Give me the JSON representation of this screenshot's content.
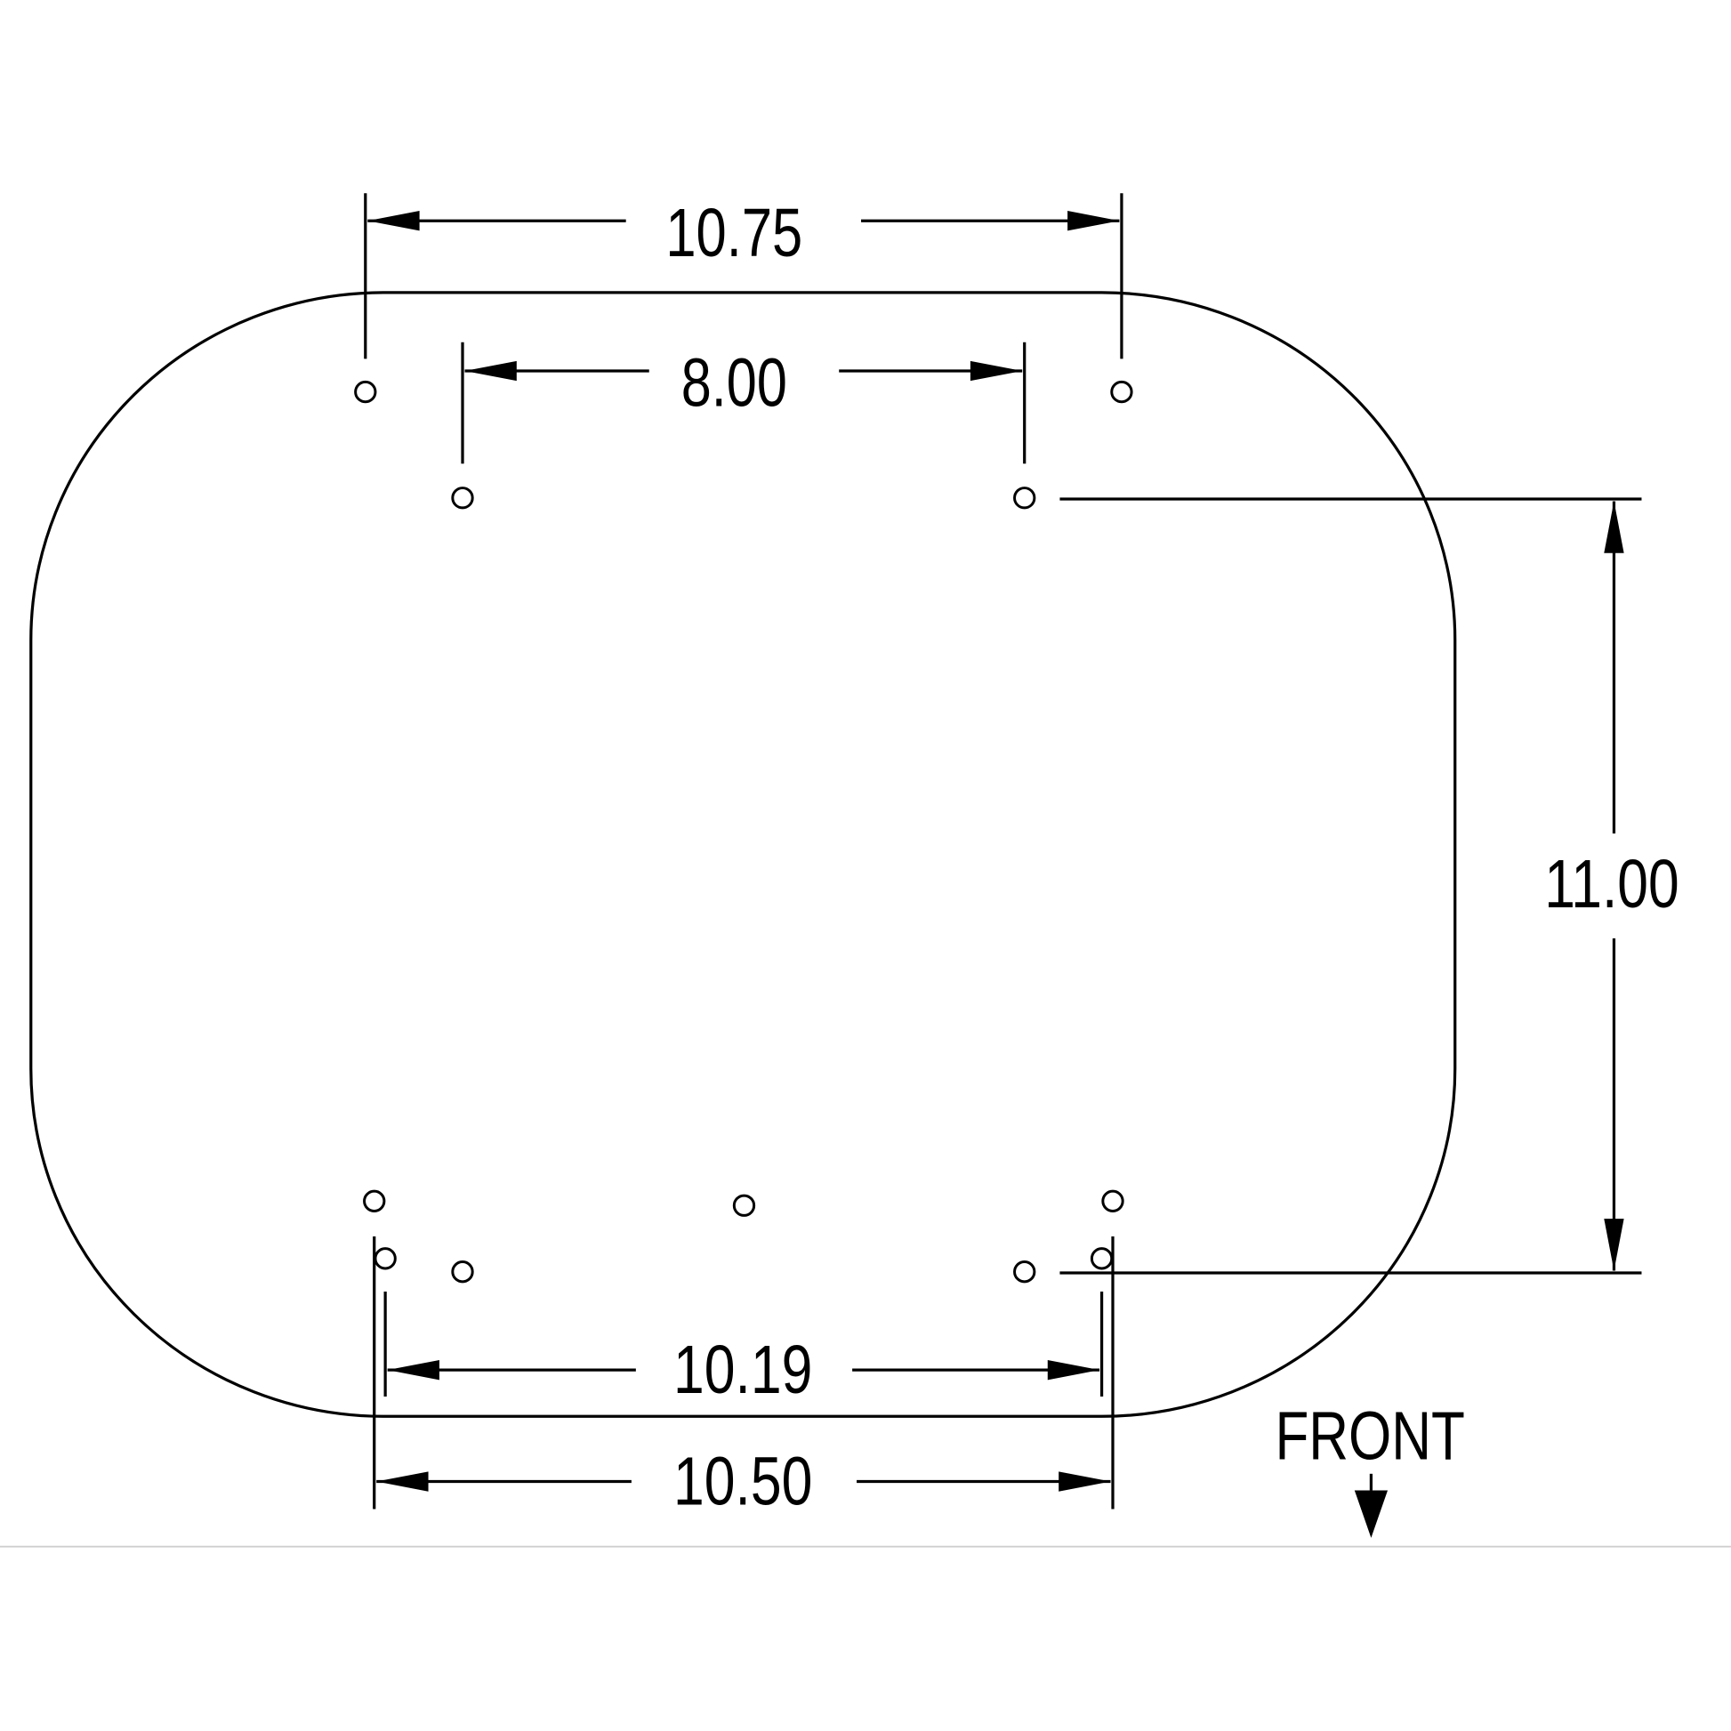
{
  "drawing": {
    "dimensions": {
      "top_outer": "10.75",
      "top_inner": "8.00",
      "side_height": "11.00",
      "bottom_inner": "10.19",
      "bottom_outer": "10.50"
    },
    "front_label": "FRONT",
    "colors": {
      "line": "#000000",
      "background": "#ffffff",
      "separator": "#cfcfcf"
    }
  }
}
